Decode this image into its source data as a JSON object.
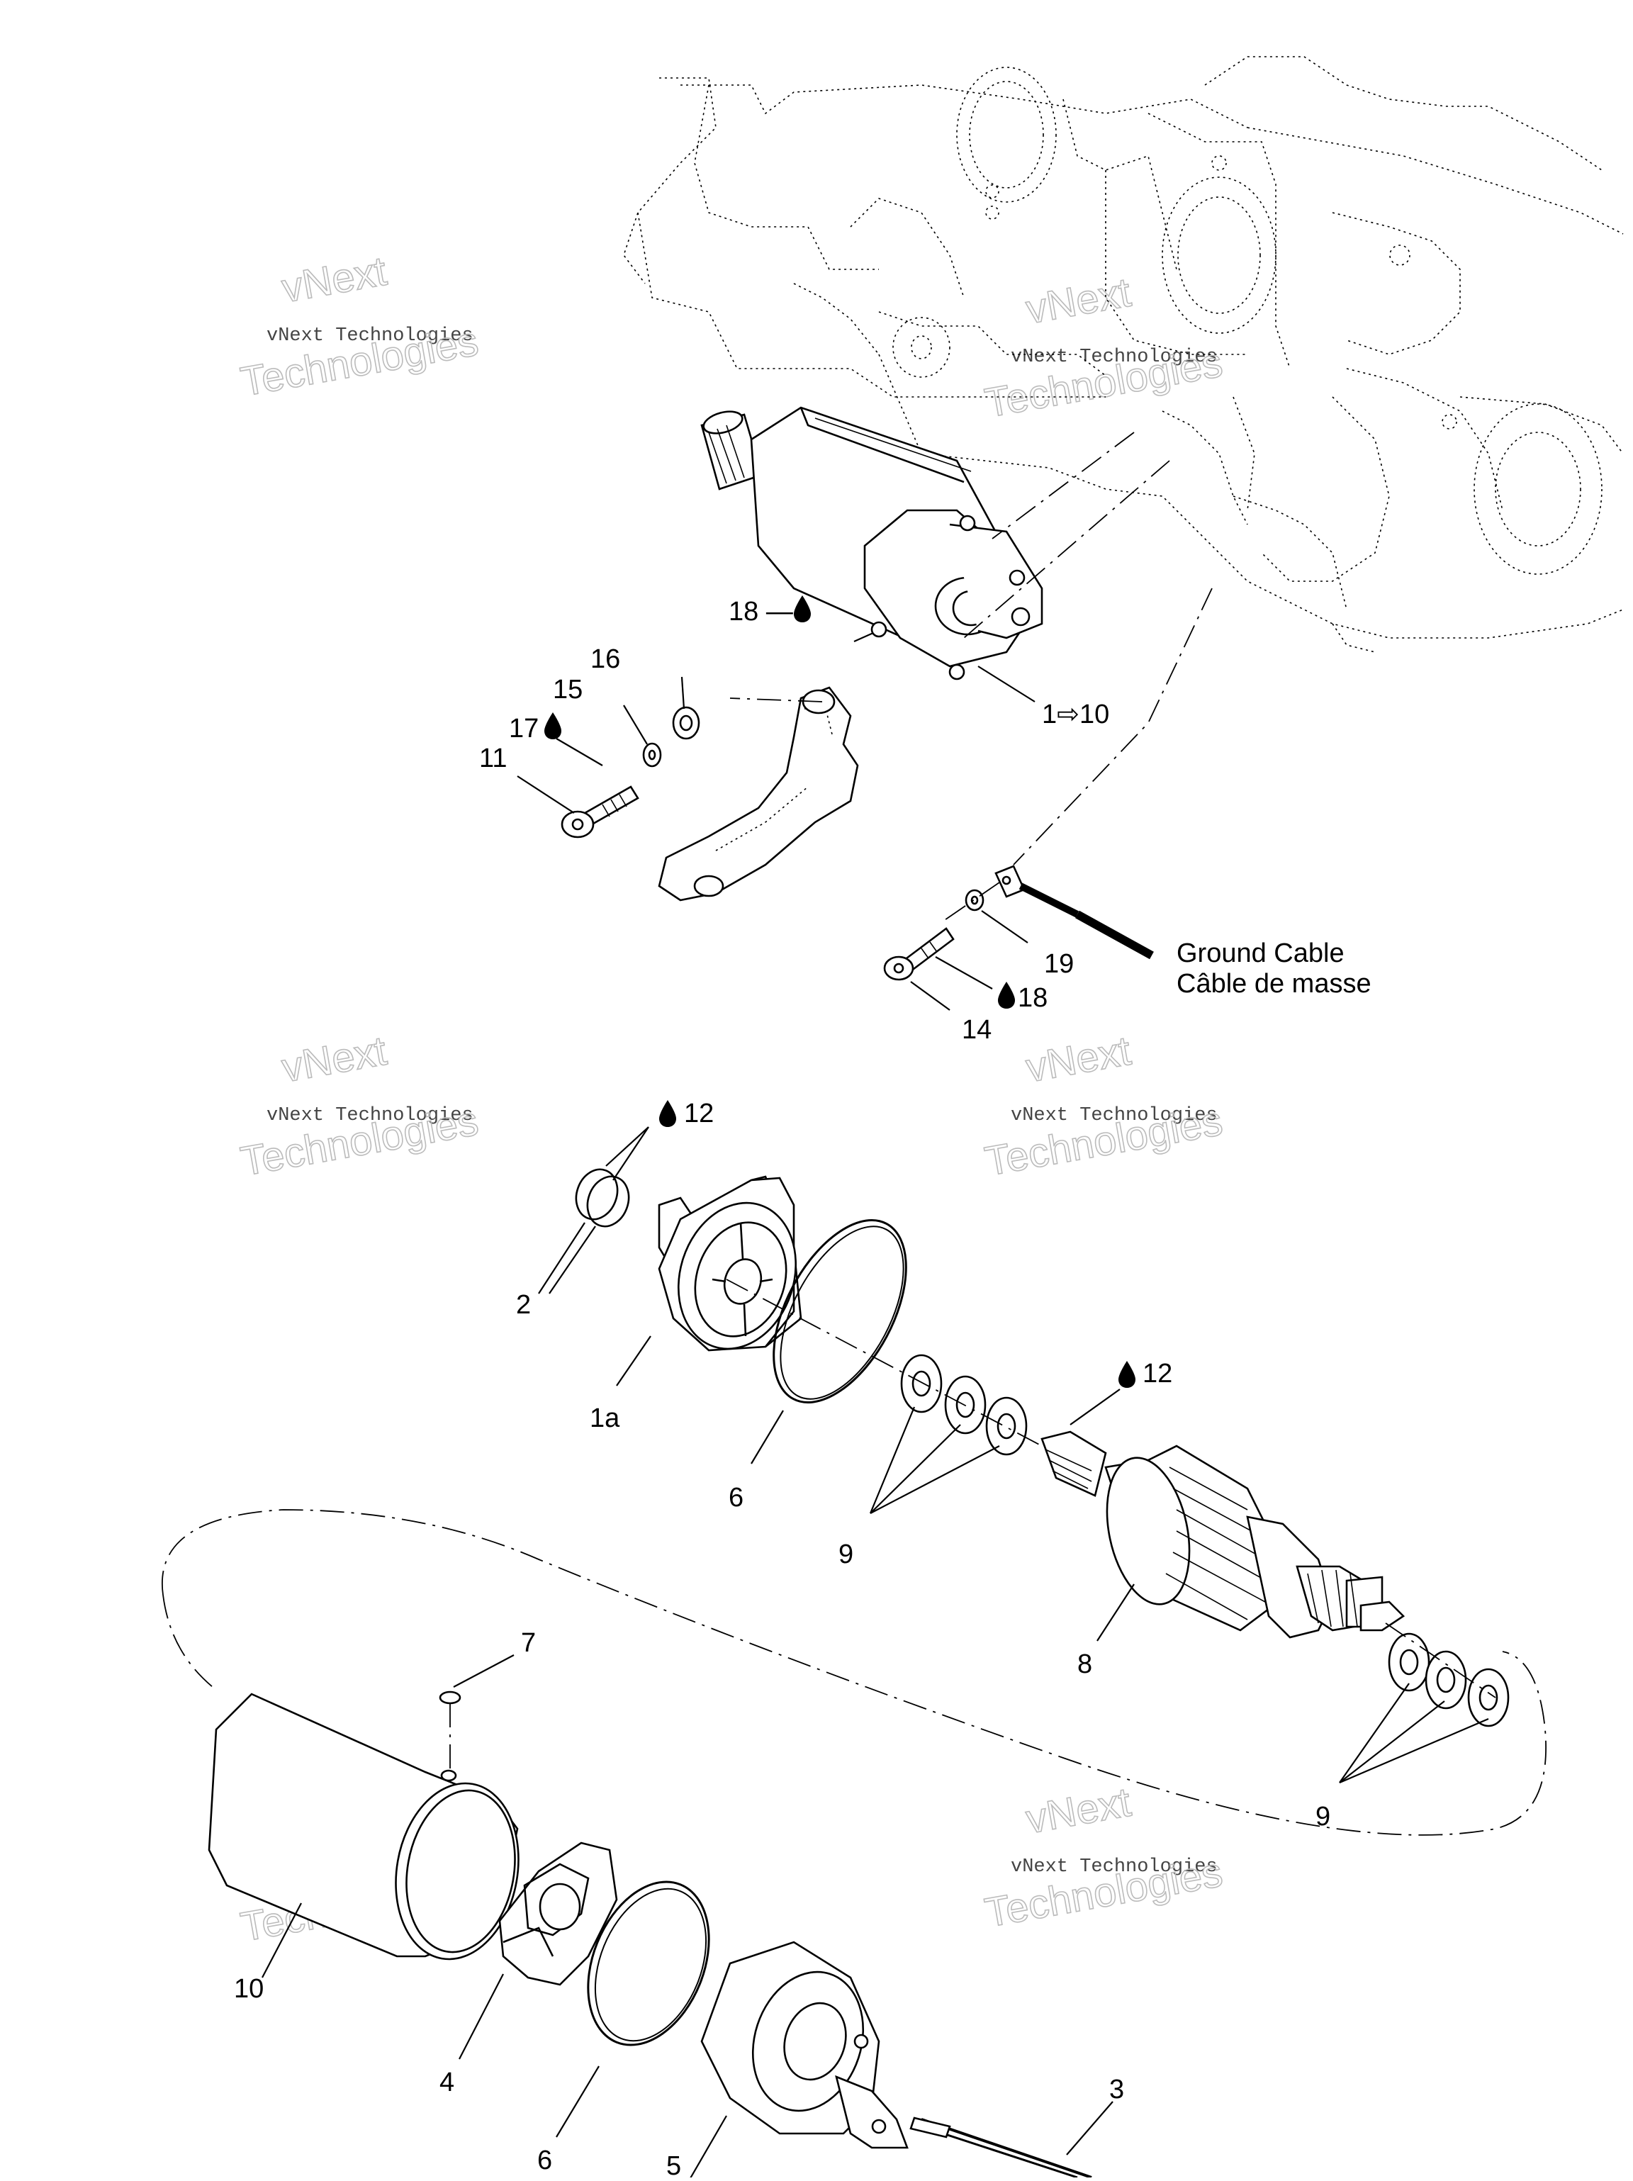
{
  "diagram": {
    "callouts": [
      {
        "id": "c18a",
        "text": "18 —"
      },
      {
        "id": "c1to10",
        "text": "1⇨10"
      },
      {
        "id": "c16",
        "text": "16"
      },
      {
        "id": "c15",
        "text": "15"
      },
      {
        "id": "c17",
        "text": "17"
      },
      {
        "id": "c11",
        "text": "11"
      },
      {
        "id": "c19",
        "text": "19"
      },
      {
        "id": "c18b",
        "text": "18"
      },
      {
        "id": "c14",
        "text": "14"
      },
      {
        "id": "c12a",
        "text": "12"
      },
      {
        "id": "c2",
        "text": "2"
      },
      {
        "id": "c1a",
        "text": "1a"
      },
      {
        "id": "c6a",
        "text": "6"
      },
      {
        "id": "c9a",
        "text": "9"
      },
      {
        "id": "c12b",
        "text": "12"
      },
      {
        "id": "c8",
        "text": "8"
      },
      {
        "id": "c7",
        "text": "7"
      },
      {
        "id": "c9b",
        "text": "9"
      },
      {
        "id": "c10",
        "text": "10"
      },
      {
        "id": "c4",
        "text": "4"
      },
      {
        "id": "c6b",
        "text": "6"
      },
      {
        "id": "c3",
        "text": "3"
      },
      {
        "id": "c5",
        "text": "5"
      }
    ],
    "ground_cable": {
      "line1": "Ground Cable",
      "line2": "Câble de masse"
    },
    "watermark": {
      "small": "vNext Technologies",
      "big_top": "vNext",
      "big_bottom": "Technologies"
    }
  }
}
